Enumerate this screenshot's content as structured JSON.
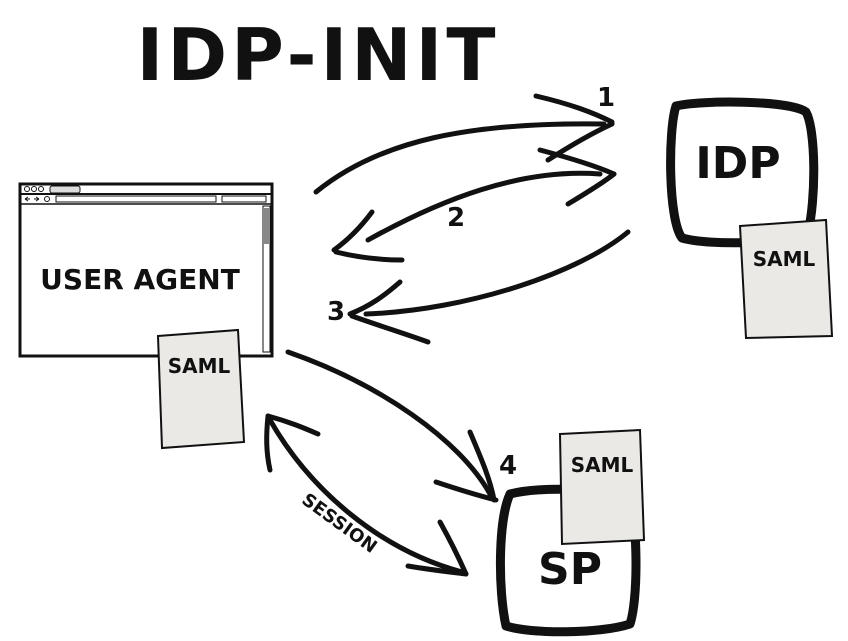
{
  "title": "IDP-INIT",
  "user_agent": {
    "label": "USER AGENT"
  },
  "idp": {
    "label": "IDP"
  },
  "sp": {
    "label": "SP"
  },
  "documents": {
    "ua_doc": "SAML",
    "idp_doc": "SAML",
    "sp_doc": "SAML"
  },
  "steps": [
    "1",
    "2",
    "3",
    "4"
  ],
  "session_label": "SESSION",
  "colors": {
    "ink": "#111111",
    "paper": "#ebe9e6"
  }
}
